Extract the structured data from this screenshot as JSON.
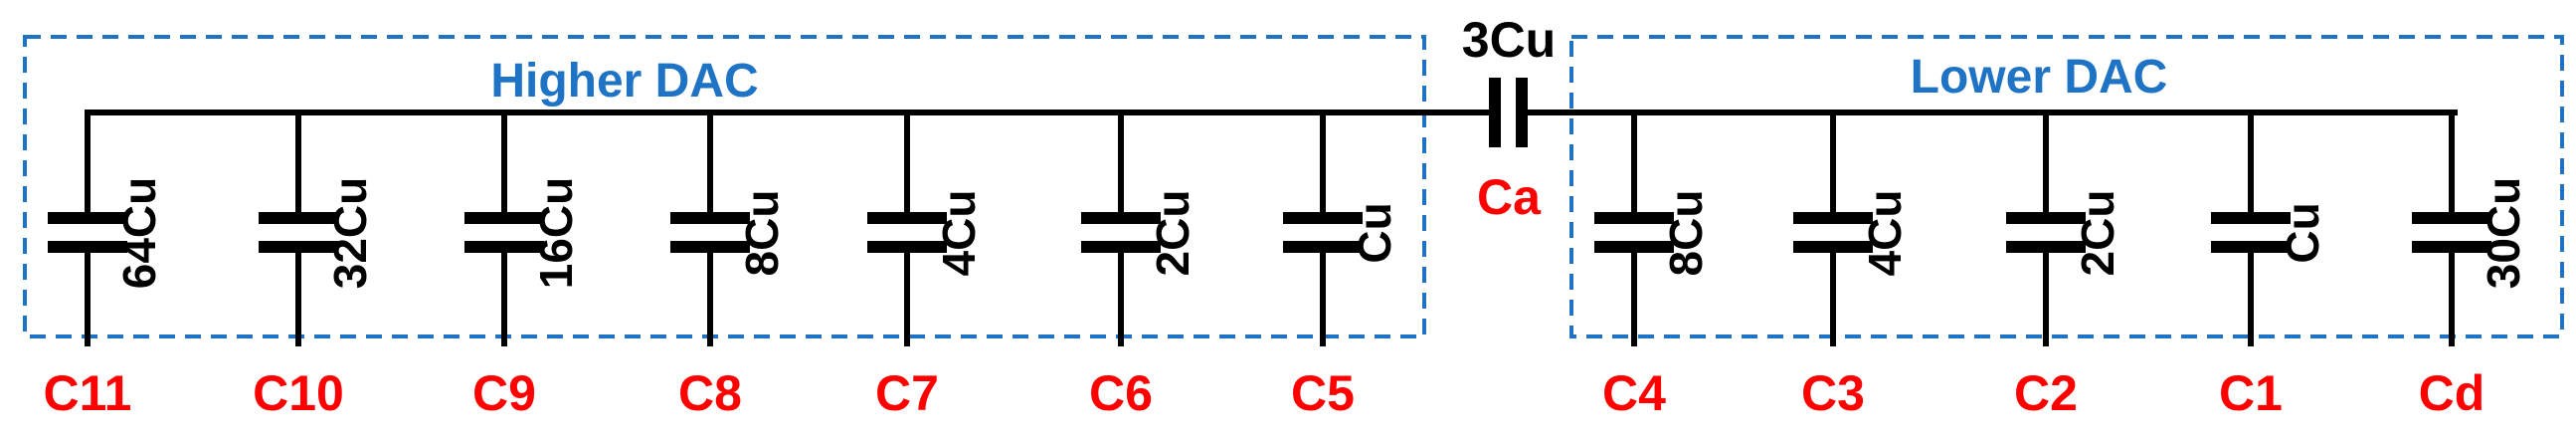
{
  "colors": {
    "wire": "#000000",
    "box_border": "#1f73c5",
    "box_title": "#1f73c5",
    "node_label": "#ff0000"
  },
  "higher_dac": {
    "title": "Higher DAC",
    "capacitors": [
      {
        "value": "64Cu",
        "node": "C11"
      },
      {
        "value": "32Cu",
        "node": "C10"
      },
      {
        "value": "16Cu",
        "node": "C9"
      },
      {
        "value": "8Cu",
        "node": "C8"
      },
      {
        "value": "4Cu",
        "node": "C7"
      },
      {
        "value": "2Cu",
        "node": "C6"
      },
      {
        "value": "Cu",
        "node": "C5"
      }
    ]
  },
  "coupling_capacitor": {
    "value": "3Cu",
    "name": "Ca"
  },
  "lower_dac": {
    "title": "Lower DAC",
    "capacitors": [
      {
        "value": "8Cu",
        "node": "C4"
      },
      {
        "value": "4Cu",
        "node": "C3"
      },
      {
        "value": "2Cu",
        "node": "C2"
      },
      {
        "value": "Cu",
        "node": "C1"
      },
      {
        "value": "30Cu",
        "node": "Cd"
      }
    ]
  }
}
